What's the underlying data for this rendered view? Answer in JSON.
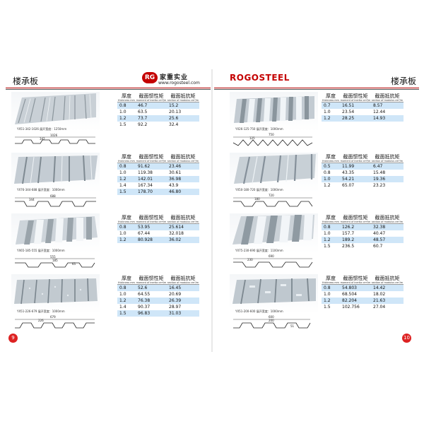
{
  "left_page": {
    "title": "楼承板",
    "logo": {
      "badge": "RG",
      "cn": "家重实业",
      "url": "www.rogosteel.com"
    },
    "page_number": "9",
    "panels": [
      {
        "caption": "YX51-342-1026 展开宽度：1250mm",
        "dims": [
          "1026",
          "342"
        ],
        "headers": [
          {
            "zh": "厚度",
            "en": "thickness mm"
          },
          {
            "zh": "截面惯性矩",
            "en": "moment of inertia cm⁴/m"
          },
          {
            "zh": "截面抵抗矩",
            "en": "section of modulus cm³/m"
          }
        ],
        "rows": [
          [
            "0.8",
            "46.7",
            "15.2"
          ],
          [
            "1.0",
            "63.5",
            "20.13"
          ],
          [
            "1.2",
            "73.7",
            "25.6"
          ],
          [
            "1.5",
            "92.2",
            "32.4"
          ]
        ]
      },
      {
        "caption": "YX76-344-688 展开宽度：1000mm",
        "dims": [
          "688",
          "344"
        ],
        "headers": [
          {
            "zh": "厚度",
            "en": "thickness mm"
          },
          {
            "zh": "截面惯性矩",
            "en": "moment of inertia cm⁴/m"
          },
          {
            "zh": "截面抵抗矩",
            "en": "section of modulus cm³/m"
          }
        ],
        "rows": [
          [
            "0.8",
            "91.62",
            "23.46"
          ],
          [
            "1.0",
            "119.38",
            "30.61"
          ],
          [
            "1.2",
            "142.01",
            "36.98"
          ],
          [
            "1.4",
            "167.34",
            "43.9"
          ],
          [
            "1.5",
            "178.70",
            "46.80"
          ]
        ]
      },
      {
        "caption": "YX65-185-555 展开宽度：1000mm",
        "dims": [
          "555",
          "185",
          "65"
        ],
        "headers": [
          {
            "zh": "厚度",
            "en": "thickness mm"
          },
          {
            "zh": "截面惯性矩",
            "en": "moment of inertia cm⁴/m"
          },
          {
            "zh": "截面抵抗矩",
            "en": "section of modulus cm³/m"
          }
        ],
        "rows": [
          [
            "0.8",
            "53.95",
            "25.614"
          ],
          [
            "1.0",
            "67.44",
            "32.018"
          ],
          [
            "1.2",
            "80.928",
            "36.02"
          ]
        ]
      },
      {
        "caption": "YX51-226-679 展开宽度：1000mm",
        "dims": [
          "679",
          "226"
        ],
        "headers": [
          {
            "zh": "厚度",
            "en": "thickness mm"
          },
          {
            "zh": "截面惯性矩",
            "en": "moment of inertia cm⁴/m"
          },
          {
            "zh": "截面抵抗矩",
            "en": "section of modulus cm³/m"
          }
        ],
        "rows": [
          [
            "0.8",
            "52.6",
            "16.45"
          ],
          [
            "1.0",
            "64.55",
            "20.69"
          ],
          [
            "1.2",
            "76.38",
            "26.39"
          ],
          [
            "1.4",
            "90.37",
            "28.97"
          ],
          [
            "1.5",
            "96.83",
            "31.03"
          ]
        ]
      }
    ]
  },
  "right_page": {
    "title": "楼承板",
    "logo": {
      "text_r": "R",
      "text_rest": "OGOSTEEL"
    },
    "page_number": "10",
    "panels": [
      {
        "caption": "YX26-125-750 展开宽度：1000mm",
        "dims": [
          "750",
          "125"
        ],
        "headers": [
          {
            "zh": "厚度",
            "en": "thickness mm"
          },
          {
            "zh": "截面惯性矩",
            "en": "moment of inertia cm⁴/m"
          },
          {
            "zh": "截面抵抗矩",
            "en": "section of modulus cm³/m"
          }
        ],
        "rows": [
          [
            "0.7",
            "16.51",
            "8.57"
          ],
          [
            "1.0",
            "23.54",
            "12.44"
          ],
          [
            "1.2",
            "28.25",
            "14.93"
          ]
        ]
      },
      {
        "caption": "YX50-180-720 展开宽度：1000mm",
        "dims": [
          "720",
          "180"
        ],
        "headers": [
          {
            "zh": "厚度",
            "en": "thickness mm"
          },
          {
            "zh": "截面惯性矩",
            "en": "moment of inertia cm⁴/m"
          },
          {
            "zh": "截面抵抗矩",
            "en": "section of modulus cm³/m"
          }
        ],
        "rows": [
          [
            "0.5",
            "11.99",
            "6.47"
          ],
          [
            "0.8",
            "43.35",
            "15.48"
          ],
          [
            "1.0",
            "54.21",
            "19.36"
          ],
          [
            "1.2",
            "65.07",
            "23.23"
          ]
        ]
      },
      {
        "caption": "YX75-230-690 展开宽度：1100mm",
        "dims": [
          "690",
          "230"
        ],
        "headers": [
          {
            "zh": "厚度",
            "en": "thickness mm"
          },
          {
            "zh": "截面惯性矩",
            "en": "moment of inertia cm⁴/m"
          },
          {
            "zh": "截面抵抗矩",
            "en": "section of modulus cm³/m"
          }
        ],
        "rows": [
          [
            "0.8",
            "126.2",
            "32.38"
          ],
          [
            "1.0",
            "157.7",
            "40.47"
          ],
          [
            "1.2",
            "189.2",
            "48.57"
          ],
          [
            "1.5",
            "236.5",
            "60.7"
          ]
        ]
      },
      {
        "caption": "YX51-200-600 展开宽度：1000mm",
        "dims": [
          "600",
          "200",
          "51"
        ],
        "headers": [
          {
            "zh": "厚度",
            "en": "thickness mm"
          },
          {
            "zh": "截面惯性矩",
            "en": "moment of inertia cm⁴/m"
          },
          {
            "zh": "截面抵抗矩",
            "en": "section of modulus cm³/m"
          }
        ],
        "rows": [
          [
            "0.8",
            "54.803",
            "14.42"
          ],
          [
            "1.0",
            "68.504",
            "18.02"
          ],
          [
            "1.2",
            "82.204",
            "21.63"
          ],
          [
            "1.5",
            "102.756",
            "27.04"
          ]
        ]
      }
    ]
  }
}
